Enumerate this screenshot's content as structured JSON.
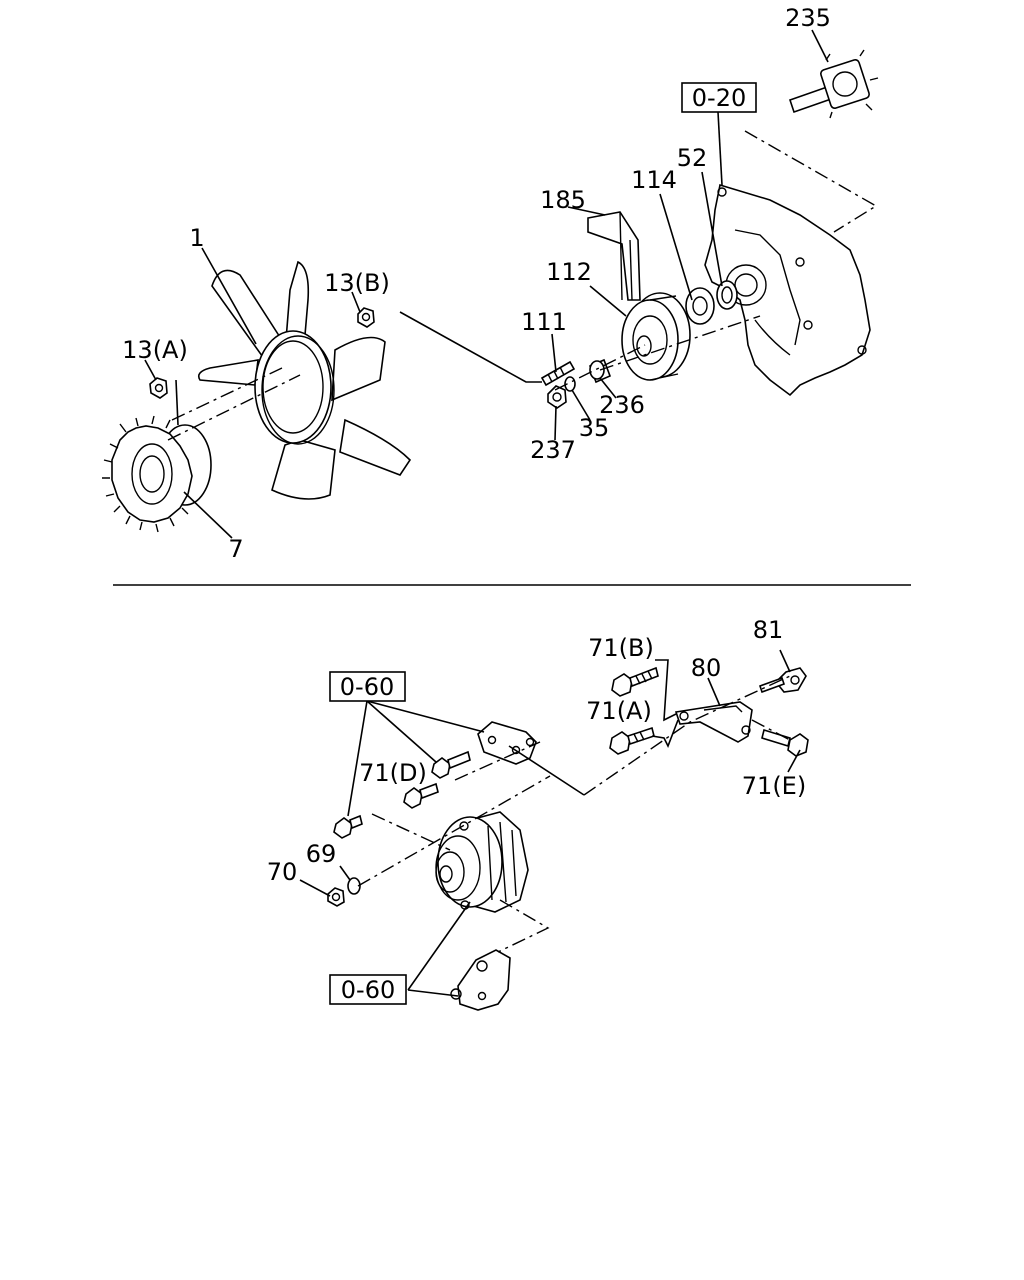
{
  "callouts": {
    "c235": "235",
    "c52": "52",
    "c114": "114",
    "c185": "185",
    "c112": "112",
    "c111": "111",
    "c1": "1",
    "c13b": "13(B)",
    "c13a": "13(A)",
    "c236": "236",
    "c35": "35",
    "c237": "237",
    "c7": "7",
    "c71b": "71(B)",
    "c81": "81",
    "c80": "80",
    "c71a": "71(A)",
    "c71d": "71(D)",
    "c71e": "71(E)",
    "c69": "69",
    "c70": "70"
  },
  "references": {
    "r020": "0-20",
    "r060a": "0-60",
    "r060b": "0-60"
  }
}
